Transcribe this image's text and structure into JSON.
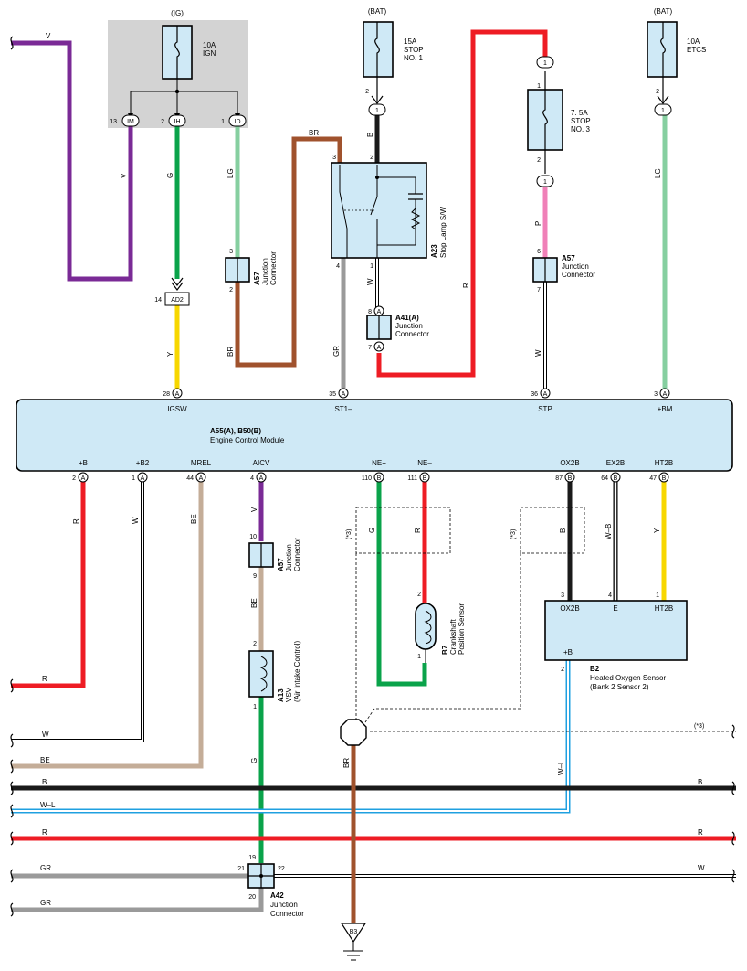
{
  "colors": {
    "V": "#7a2a96",
    "G": "#0aa34a",
    "LG": "#86cfa0",
    "Y": "#f7d700",
    "BR": "#a0522d",
    "B": "#1a1a1a",
    "R": "#ee1c24",
    "GR": "#9a9a9a",
    "BE": "#c4ad98",
    "P": "#f080b8",
    "W": "#ffffff",
    "box": "#cfe9f6",
    "ig": "#d3d3d3"
  },
  "fuses": [
    {
      "id": "ign",
      "source": "(IG)",
      "line1": "10A",
      "line2": "IGN"
    },
    {
      "id": "stop1",
      "source": "(BAT)",
      "line1": "15A",
      "line2": "STOP",
      "line3": "NO. 1"
    },
    {
      "id": "stop3",
      "source": "",
      "line1": "7. 5A",
      "line2": "STOP",
      "line3": "NO. 3"
    },
    {
      "id": "etcs",
      "source": "(BAT)",
      "line1": "10A",
      "line2": "ETCS"
    }
  ],
  "ign_terminals": {
    "im_pin": "13",
    "im": "IM",
    "ih_pin": "2",
    "ih": "IH",
    "id_pin": "1",
    "id": "ID"
  },
  "ecm": {
    "name1": "A55(A), B50(B)",
    "name2": "Engine Control Module",
    "top_terminals": [
      "IGSW",
      "ST1–",
      "STP",
      "+BM"
    ],
    "top_pins": [
      "28",
      "35",
      "36",
      "3"
    ],
    "bottom_terminals": [
      "+B",
      "+B2",
      "MREL",
      "AICV",
      "NE+",
      "NE–",
      "OX2B",
      "EX2B",
      "HT2B"
    ],
    "bottom_pins": [
      "2",
      "1",
      "44",
      "4",
      "110",
      "111",
      "87",
      "64",
      "47"
    ],
    "connector_a": "A",
    "connector_b": "B"
  },
  "stop_lamp": {
    "id": "A23",
    "name": "Stop Lamp S/W",
    "pins": [
      "3",
      "2",
      "4",
      "1"
    ]
  },
  "junctions": {
    "a57_left": {
      "id": "A57",
      "name1": "Junction",
      "name2": "Connector",
      "pin_top": "3",
      "pin_bottom": "2"
    },
    "a57_right": {
      "id": "A57",
      "name1": "Junction",
      "name2": "Connector",
      "pin_top": "6",
      "pin_bottom": "7"
    },
    "a57_aicv": {
      "id": "A57",
      "name1": "Junction",
      "name2": "Connector",
      "pin_top": "10",
      "pin_bottom": "9"
    },
    "a41": {
      "id": "A41(A)",
      "name1": "Junction",
      "name2": "Connector",
      "pin_top": "8",
      "pin_bottom": "7"
    },
    "a42": {
      "id": "A42",
      "name1": "Junction",
      "name2": "Connector",
      "pins": [
        "19",
        "21",
        "22",
        "20"
      ]
    }
  },
  "ad2": {
    "pin": "14",
    "label": "AD2"
  },
  "pins_misc": {
    "stop1_pin": "2",
    "etcs_pin": "2",
    "one": "1",
    "stop3_pin_top": "1",
    "stop3_pin_bot": "2"
  },
  "vsv": {
    "id": "A13",
    "name1": "VSV",
    "name2": "(Air Intake Control)",
    "pin_top": "2",
    "pin_bottom": "1"
  },
  "crank": {
    "id": "B7",
    "name1": "Crankshaft",
    "name2": "Position Sensor",
    "pin_top": "2",
    "pin_bottom": "1"
  },
  "o2": {
    "id": "B2",
    "name1": "Heated Oxygen Sensor",
    "name2": "(Bank 2 Sensor 2)",
    "terminals": [
      "OX2B",
      "E",
      "HT2B",
      "+B"
    ],
    "pins": [
      "3",
      "4",
      "1",
      "2"
    ]
  },
  "ground": {
    "id": "B3"
  },
  "shield_note": "(*3)",
  "wire_labels": {
    "V": "V",
    "G": "G",
    "LG": "LG",
    "Y": "Y",
    "BR": "BR",
    "B": "B",
    "R": "R",
    "W": "W",
    "P": "P",
    "GR": "GR",
    "BE": "BE",
    "WB": "W–B",
    "WL": "W–L"
  }
}
